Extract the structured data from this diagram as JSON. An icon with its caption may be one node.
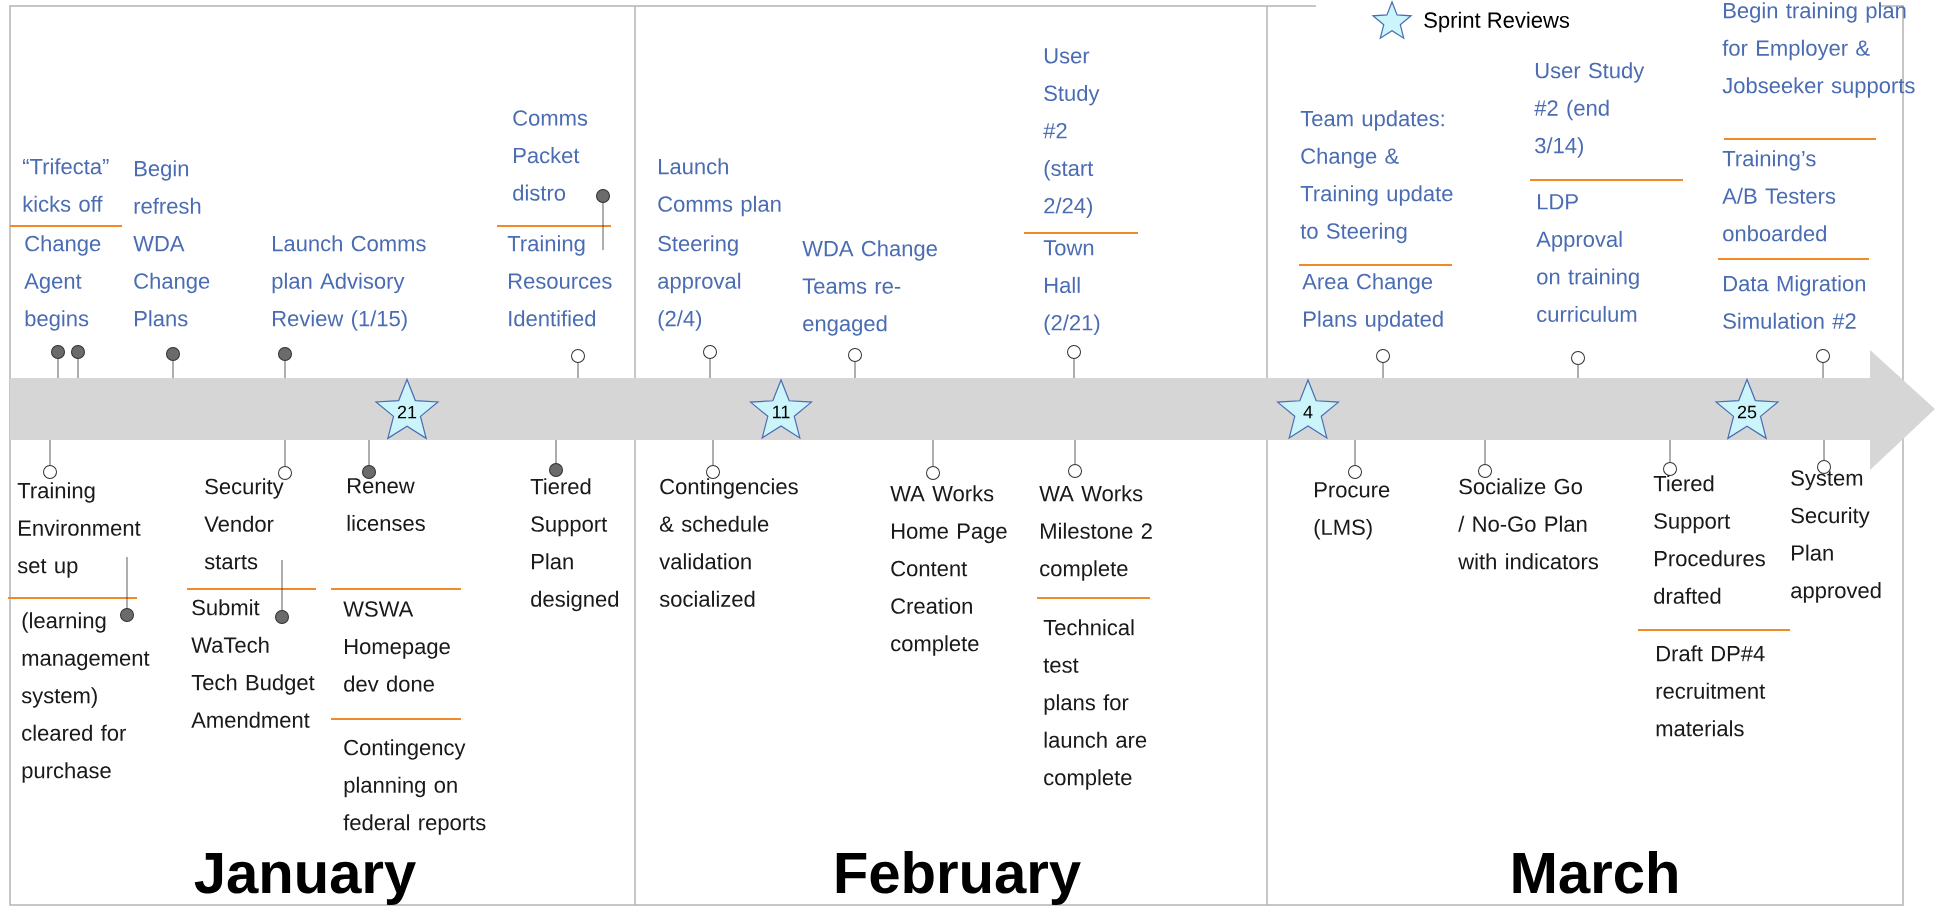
{
  "diagram": {
    "labels": [
      "“Trifecta” kicks off",
      "Change Agent begins",
      "Begin refresh WDA Change Plans",
      "Launch Comms plan Advisory Review (1/15)",
      "Comms Packet distro",
      "Training Resources Identified",
      "Launch Comms plan",
      "Steering approval (2/4)",
      "WDA Change Teams re-engaged",
      "User Study #2 (start 2/24)",
      "Town Hall (2/21)",
      "Team updates: Change & Training update to Steering",
      "Area Change Plans updated",
      "User Study #2 (end 3/14)",
      "LDP Approval on training curriculum",
      "Begin training plan for Employer & Jobseeker supports",
      "Training’s A/B Testers onboarded",
      "Data Migration Simulation #2",
      "21",
      "11",
      "4",
      "25",
      "Training Environment set up",
      "(learning management system) cleared for purchase",
      "Security Vendor starts",
      "Submit WaTech Tech Budget Amendment",
      "Renew licenses",
      "WSWA Homepage dev done",
      "Contingency planning on federal reports",
      "Tiered Support Plan designed",
      "Contingencies & schedule validation socialized",
      "WA Works Home Page Content Creation complete",
      "WA Works Milestone 2 complete",
      "Technical test plans for launch are complete",
      "Procure (LMS)",
      "Socialize Go / No-Go Plan with indicators",
      "Tiered Support Procedures drafted",
      "Draft DP#4 recruitment materials",
      "System Security Plan approved",
      "January",
      "February",
      "March"
    ],
    "legend": [
      {
        "text": "Sprint Reviews"
      }
    ]
  }
}
